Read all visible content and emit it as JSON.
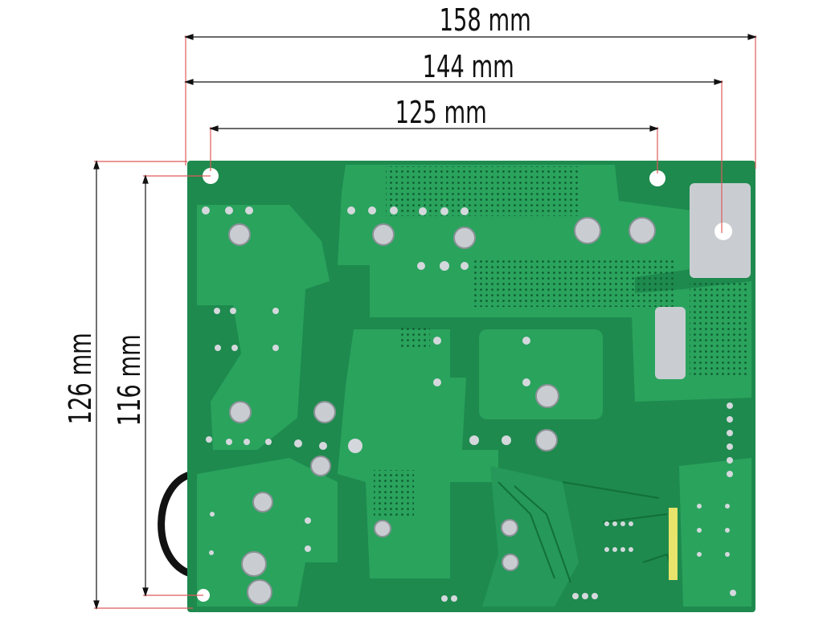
{
  "image": {
    "subject": "Green printed circuit board, solder side, with dimension annotations",
    "colors": {
      "pcb_base": "#1e8a4e",
      "pcb_trace": "#2aa35d",
      "pcb_dark": "#167a42",
      "solder": "#c9cdd2",
      "hole": "#ffffff",
      "dimension_line": "#111111",
      "extension_line": "#e05a5a",
      "cable": "#121212",
      "marker_yellow": "#e8e36a"
    }
  },
  "dimensions": {
    "width_outer": "158 mm",
    "width_holes_outer": "144 mm",
    "width_holes_inner": "125 mm",
    "height_outer": "126 mm",
    "height_holes": "116 mm"
  }
}
